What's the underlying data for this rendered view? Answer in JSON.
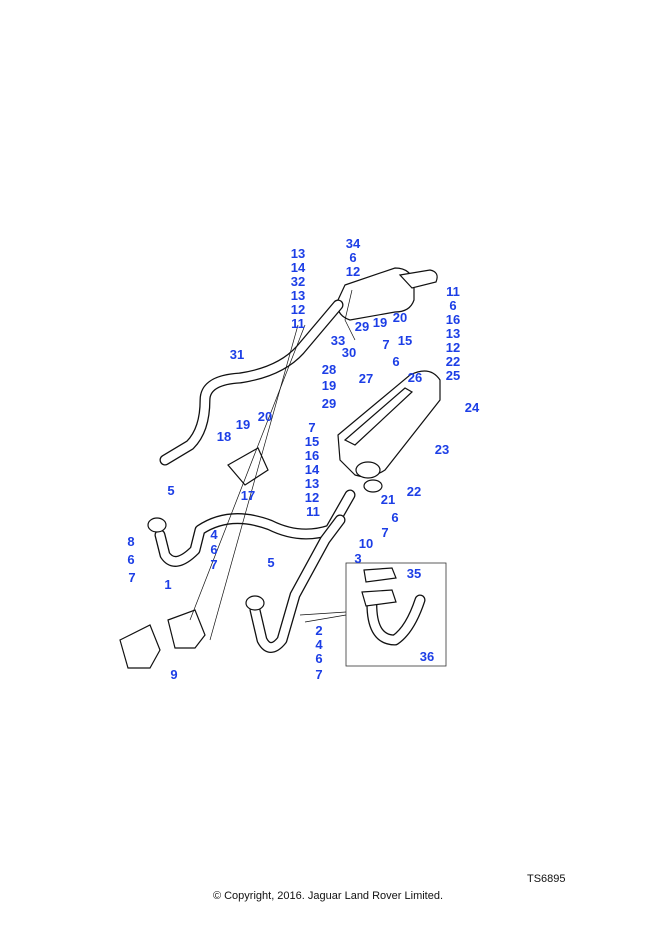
{
  "diagram": {
    "reference": "TS6895",
    "copyright": "© Copyright, 2016. Jaguar Land Rover Limited.",
    "callouts": [
      "34",
      "6",
      "12",
      "13",
      "14",
      "32",
      "13",
      "12",
      "11",
      "33",
      "31",
      "29",
      "19",
      "20",
      "30",
      "7",
      "15",
      "6",
      "26",
      "11",
      "6",
      "16",
      "13",
      "12",
      "22",
      "25",
      "24",
      "28",
      "27",
      "19",
      "29",
      "23",
      "19",
      "20",
      "18",
      "17",
      "7",
      "15",
      "16",
      "14",
      "13",
      "12",
      "11",
      "21",
      "22",
      "6",
      "7",
      "10",
      "3",
      "5",
      "8",
      "6",
      "7",
      "1",
      "4",
      "6",
      "7",
      "5",
      "2",
      "4",
      "6",
      "7",
      "35",
      "36",
      "9"
    ],
    "label_color": "#1c3ee6"
  }
}
